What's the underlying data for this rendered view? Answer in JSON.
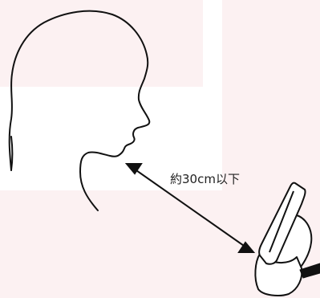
{
  "colors": {
    "background": "#ffffff",
    "panel_tint": "#fcf1f2",
    "line": "#111111"
  },
  "diagram": {
    "distance_label": "約30cm以下"
  },
  "icons": [
    "head-silhouette",
    "double-arrow",
    "handheld-scanner-device"
  ]
}
